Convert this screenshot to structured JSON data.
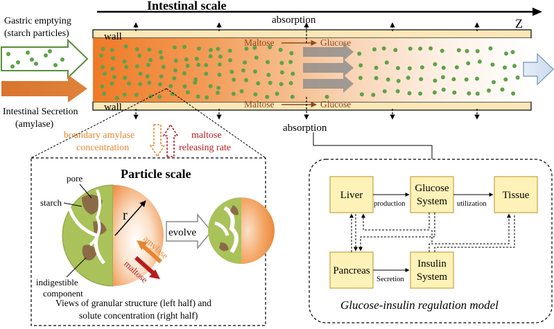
{
  "intestine": {
    "title": "Intestinal scale",
    "axis_label": "Z",
    "absorption_top": "absorption",
    "absorption_bottom": "absorption",
    "wall_top": "wall",
    "wall_bottom": "wall",
    "maltose_top": "Maltose",
    "glucose_top": "Glucose",
    "maltose_bottom": "Maltose",
    "glucose_bottom": "Glucose"
  },
  "inputs": {
    "gastric_line1": "Gastric emptying",
    "gastric_line2": "(starch particles)",
    "secretion_line1": "Intestinal Secretion",
    "secretion_line2": "(amylase)"
  },
  "links": {
    "amylase_line1": "boundary amylase",
    "amylase_line2": "concentration",
    "maltose_line1": "maltose",
    "maltose_line2": "releasing rate"
  },
  "particle": {
    "title": "Particle scale",
    "pore": "pore",
    "starch": "starch",
    "radius": "r",
    "indigestible_line1": "indigestible",
    "indigestible_line2": "component",
    "evolve": "evolve",
    "amylase": "amylase",
    "maltose": "maltose",
    "caption_line1": "Views of granular structure (left half) and",
    "caption_line2": "solute concentration (right half)"
  },
  "model": {
    "title": "Glucose-insulin regulation model",
    "liver": "Liver",
    "glucose_line1": "Glucose",
    "glucose_line2": "System",
    "tissue": "Tissue",
    "pancreas": "Pancreas",
    "insulin_line1": "Insulin",
    "insulin_line2": "System",
    "production": "production",
    "utilization": "utilization",
    "secretion": "Secretion"
  },
  "colors": {
    "lumen_start": "#f07f2d",
    "lumen_end": "#ffffff",
    "wall_fill": "#fbe7b8",
    "particle_dot": "#5ea24a",
    "amylase_orange": "#e8862f",
    "maltose_red": "#b71c1c",
    "box_fill": "#fff2b8",
    "box_stroke": "#c4a23c"
  }
}
